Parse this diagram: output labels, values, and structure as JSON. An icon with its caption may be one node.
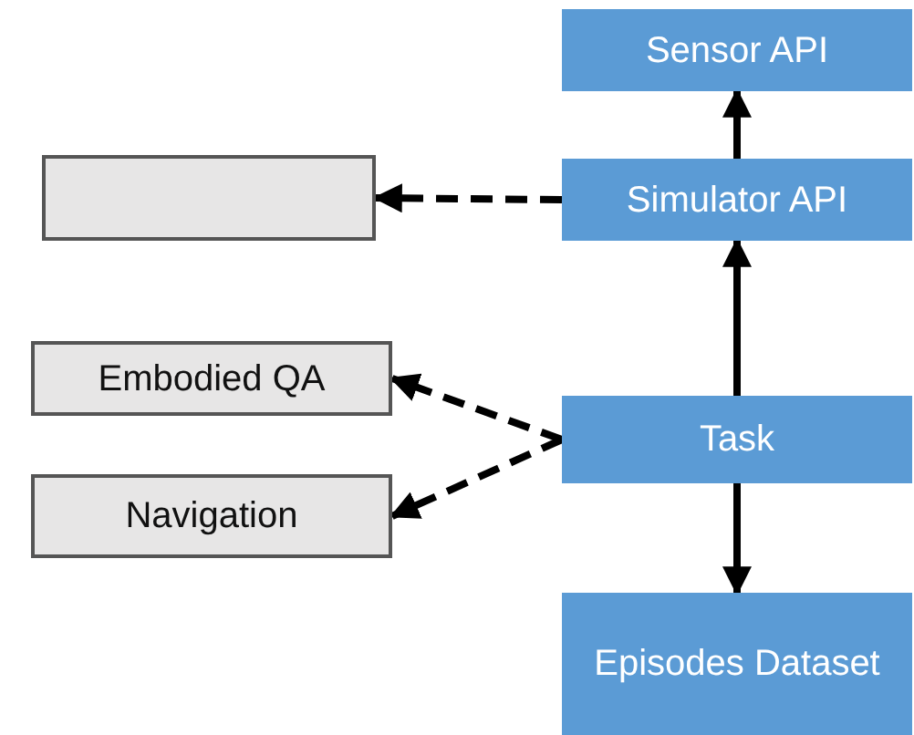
{
  "diagram": {
    "nodes": [
      {
        "text": [
          "Sensor API"
        ]
      },
      {
        "text": [
          "Simulator API"
        ]
      },
      {
        "text": [],
        "shape": "box"
      },
      {
        "text": [
          "Embodied QA"
        ]
      },
      {
        "text": [
          "Task"
        ]
      },
      {
        "text": [
          "Navigation"
        ]
      },
      {
        "text": [
          "Episodes Dataset"
        ]
      }
    ],
    "edges": [
      {
        "from": 1,
        "to": 0,
        "arrow": "to"
      },
      {
        "from": 1,
        "to": 2,
        "arrow": "to",
        "style": "dashed"
      },
      {
        "from": 4,
        "to": 1,
        "arrow": "to"
      },
      {
        "from": 4,
        "to": 3,
        "arrow": "to",
        "style": "dashed"
      },
      {
        "from": 4,
        "to": 5,
        "arrow": "to",
        "style": "dashed"
      },
      {
        "from": 4,
        "to": 6,
        "arrow": "to"
      }
    ]
  }
}
